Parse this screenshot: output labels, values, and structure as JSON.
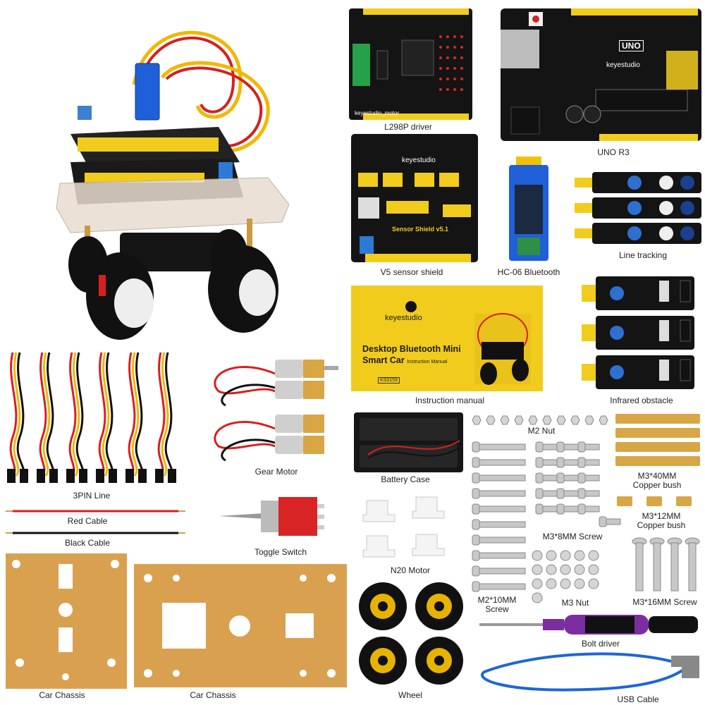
{
  "captions": {
    "l298p": "L298P driver",
    "uno": "UNO R3",
    "v5": "V5 sensor shield",
    "hc06": "HC-06 Bluetooth",
    "line_tracking": "Line tracking",
    "manual": "Instruction manual",
    "infrared": "Infrared obstacle",
    "pin3": "3PIN Line",
    "gear_motor": "Gear Motor",
    "battery": "Battery Case",
    "m2nut": "M2 Nut",
    "m340": "M3*40MM\nCopper bush",
    "m340_a": "M3*40MM",
    "m340_b": "Copper bush",
    "m312_a": "M3*12MM",
    "m312_b": "Copper bush",
    "red_cable": "Red Cable",
    "black_cable": "Black Cable",
    "toggle": "Toggle Switch",
    "n20": "N20 Motor",
    "m38screw": "M3*8MM Screw",
    "m2_a": "M2*10MM",
    "m2_b": "Screw",
    "m3nut": "M3 Nut",
    "m316": "M3*16MM Screw",
    "chassis1": "Car Chassis",
    "chassis2": "Car Chassis",
    "wheel": "Wheel",
    "bolt": "Bolt driver",
    "usb": "USB Cable"
  },
  "manual": {
    "logo": "keyestudio",
    "title_line1": "Desktop Bluetooth Mini",
    "title_line2": "Smart Car",
    "subtitle": "Instruction Manual",
    "code": "KS0159"
  },
  "board_text": {
    "uno_brand": "keyestudio",
    "uno_badge": "UNO",
    "v5_brand": "keyestudio",
    "v5_name": "Sensor Shield v5.1",
    "driver_brand": "keyestudio_motor"
  },
  "colors": {
    "pcb": "#141414",
    "header": "#f1cc1c",
    "copper": "#d8a645",
    "acrylic": "#d9a04f",
    "wire_red": "#d81f1f",
    "wire_black": "#111111",
    "wire_yellow": "#f0b800"
  },
  "icons": [
    "robot-car-icon",
    "l298p-board-icon",
    "uno-board-icon",
    "sensor-shield-icon",
    "bluetooth-module-icon",
    "line-tracking-icon",
    "infrared-icon",
    "manual-cover-icon",
    "cable-icon",
    "gear-motor-icon",
    "battery-case-icon",
    "nut-icon",
    "screw-icon",
    "copper-bush-icon",
    "toggle-switch-icon",
    "motor-mount-icon",
    "chassis-icon",
    "wheel-icon",
    "screwdriver-icon",
    "usb-cable-icon"
  ]
}
